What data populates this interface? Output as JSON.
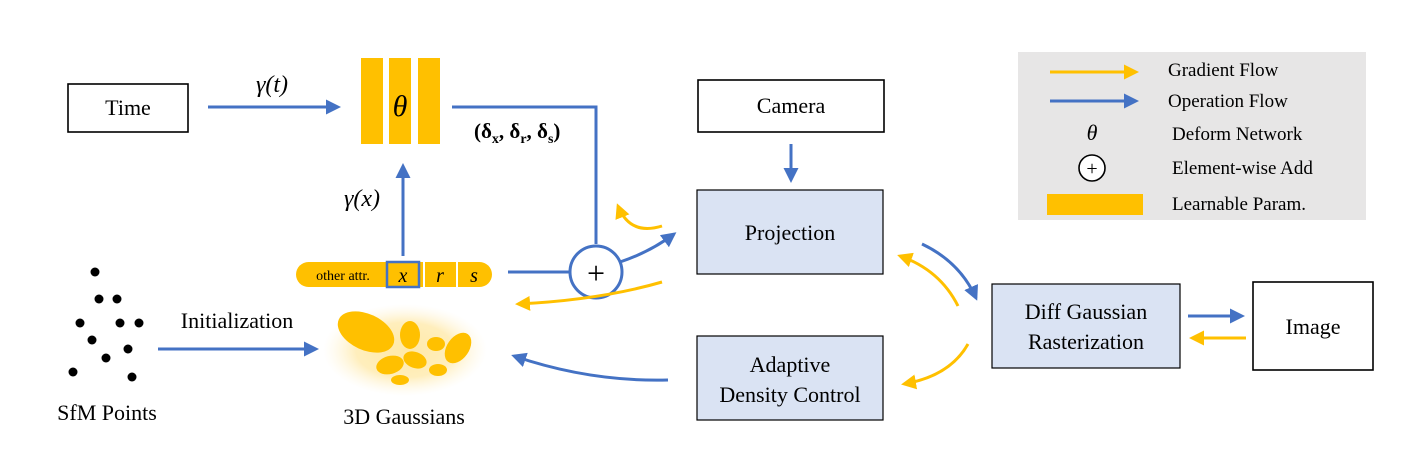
{
  "nodes": {
    "time": "Time",
    "camera": "Camera",
    "projection": "Projection",
    "adaptive_density": [
      "Adaptive",
      "Density Control"
    ],
    "rasterization": [
      "Diff Gaussian",
      "Rasterization"
    ],
    "image": "Image",
    "sfm_points": "SfM Points",
    "gaussians_3d": "3D Gaussians",
    "deform_network": "θ"
  },
  "edge_labels": {
    "gamma_t": "γ(t)",
    "gamma_x": "γ(x)",
    "deltas": "(δ",
    "delta_x_sub": "x",
    "delta_r": "δ",
    "delta_r_sub": "r",
    "delta_s": "δ",
    "delta_s_sub": "s",
    "initialization": "Initialization"
  },
  "gaussian_attributes": {
    "other": "other attr.",
    "x": "x",
    "r": "r",
    "s": "s"
  },
  "add_symbol": "+",
  "legend": {
    "gradient_flow": "Gradient Flow",
    "operation_flow": "Operation Flow",
    "deform_network": "Deform Network",
    "deform_symbol": "θ",
    "element_add": "Element-wise Add",
    "add_symbol": "+",
    "learnable_param": "Learnable Param."
  },
  "colors": {
    "operation_flow": "#4472C4",
    "gradient_flow": "#FFC000",
    "box_fill_blue": "#DAE3F3",
    "legend_bg": "#E7E6E6"
  }
}
